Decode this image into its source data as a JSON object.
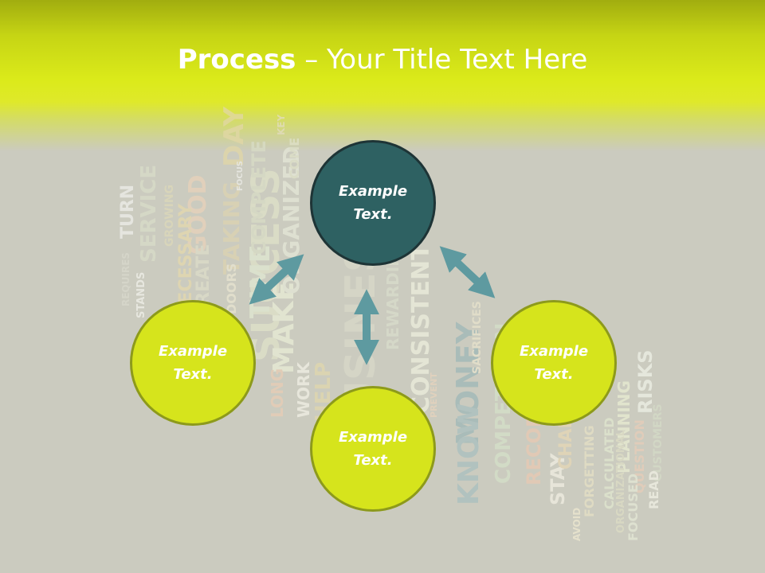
{
  "slide": {
    "title_bold": "Process",
    "title_rest": " – Your Title Text Here"
  },
  "nodes": [
    {
      "id": "top",
      "text": "Example Text.",
      "style": "dark"
    },
    {
      "id": "left",
      "text": "Example Text.",
      "style": "lime"
    },
    {
      "id": "bottom",
      "text": "Example Text.",
      "style": "lime"
    },
    {
      "id": "right",
      "text": "Example Text.",
      "style": "lime"
    }
  ],
  "colors": {
    "background": "#cbcbbf",
    "header_lime": "#dbea1a",
    "circle_dark": "#2e6162",
    "circle_lime": "#d6e41c",
    "arrow": "#5e9aa0"
  },
  "word_cloud": [
    "SUCCESS",
    "MONEY",
    "KNOW",
    "BUSINESS",
    "CONSISTENT",
    "MAKE",
    "TIME",
    "ORGANIZED",
    "COMPLETE",
    "DAY",
    "TAKING",
    "GOOD",
    "SERVICE",
    "TURN",
    "COMPETITION",
    "RECORD",
    "STAY",
    "RISKS",
    "PLANNING",
    "QUESTION",
    "CUSTOMERS",
    "READ",
    "FOCUSED",
    "CALCULATED",
    "FORGETTING",
    "ORGANIZATIONAL",
    "AVOID",
    "WORK",
    "LONG",
    "HELP",
    "REWARDING",
    "SACRIFICES",
    "PREVENT",
    "STANDS",
    "REQUIRES",
    "GROWING",
    "DOORS",
    "CHANCE",
    "COME",
    "FOCUS",
    "KEY",
    "NECESSARY",
    "CREATE"
  ]
}
